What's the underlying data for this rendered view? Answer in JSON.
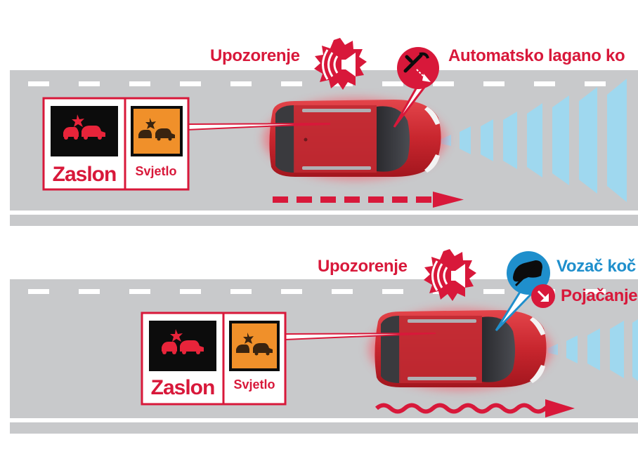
{
  "scenario1": {
    "warning_label": "Upozorenje",
    "action_label": "Automatsko lagano ko",
    "display_label": "Zaslon",
    "light_label": "Svjetlo"
  },
  "scenario2": {
    "warning_label": "Upozorenje",
    "driver_label": "Vozač koč",
    "boost_label": "Pojačanje"
  },
  "colors": {
    "accent_red": "#d8183a",
    "road": "#c8c9cb",
    "beam": "#9fd8ef",
    "driver_blue": "#1f8fcc",
    "light_orange": "#f0902a",
    "car_red": "#c8262e"
  },
  "icons": [
    "speaker-icon",
    "brake-pedal-icon",
    "foot-on-pedal-icon",
    "decrease-arrow-icon",
    "warning-car-icon"
  ]
}
